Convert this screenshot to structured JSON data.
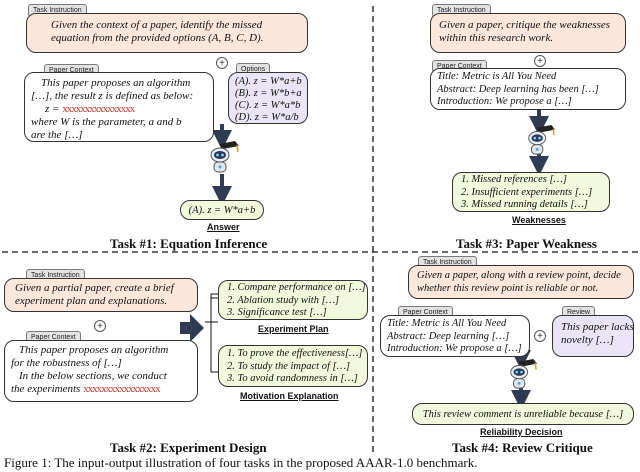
{
  "task1": {
    "instruction_tag": "Task Instruction",
    "instruction": [
      "Given the context of a paper, identify the missed",
      "equation from the provided options (A, B, C, D)."
    ],
    "context_tag": "Paper Context",
    "context": [
      "This paper proposes an algorithm",
      "[…], the result z is defined as below:",
      "z =",
      "where W is the parameter, a and b",
      "are the […]"
    ],
    "options_tag": "Options",
    "options": [
      "(A). z = W*a+b",
      "(B). z = W*b+a",
      "(C). z = W*a*b",
      "(D). z = W*a/b"
    ],
    "answer_text": "(A). z = W*a+b",
    "answer_label": "Answer",
    "title": "Task #1: Equation Inference"
  },
  "task3": {
    "instruction_tag": "Task Instruction",
    "instruction": [
      "Given a paper, critique the weaknesses",
      "within this research work."
    ],
    "context_tag": "Paper Context",
    "context": [
      "Title: Metric is All You Need",
      "Abstract: Deep learning has been […]",
      "Introduction: We propose a […]"
    ],
    "weaknesses": [
      "1.  Missed references […]",
      "2.  Insufficient experiments […]",
      "3.  Missed running details […]"
    ],
    "weaknesses_label": "Weaknesses",
    "title": "Task #3: Paper Weakness"
  },
  "task2": {
    "instruction_tag": "Task Instruction",
    "instruction": [
      "Given a partial paper, create a brief",
      "experiment plan and explanations."
    ],
    "context_tag": "Paper Context",
    "context": [
      "This paper proposes an algorithm",
      "for the robustness of […]",
      "In the below sections, we conduct",
      "the experiments"
    ],
    "plan": [
      "1.  Compare performance on […]",
      "2.  Ablation study with […]",
      "3.  Significance test […]"
    ],
    "plan_label": "Experiment Plan",
    "motivation": [
      "1.  To prove the effectiveness[…]",
      "2.  To study the impact of […]",
      "3.  To avoid randomness in […]"
    ],
    "motivation_label": "Motivation Explanation",
    "title": "Task #2: Experiment Design"
  },
  "task4": {
    "instruction_tag": "Task Instruction",
    "instruction": [
      "Given a paper, along with a review point, decide",
      "whether this review point is reliable or not."
    ],
    "context_tag": "Paper Context",
    "context": [
      "Title: Metric is All You Need",
      "Abstract: Deep learning […]",
      "Introduction: We propose a […]"
    ],
    "review_tag": "Review",
    "review": [
      "This paper lacks",
      "novelty […]"
    ],
    "decision": "This review comment is unreliable because […]",
    "decision_label": "Reliability Decision",
    "title": "Task #4: Review Critique"
  },
  "plus_symbol": "+",
  "caption": "Figure 1: The input-output illustration of four tasks in the proposed AAAR-1.0 benchmark."
}
